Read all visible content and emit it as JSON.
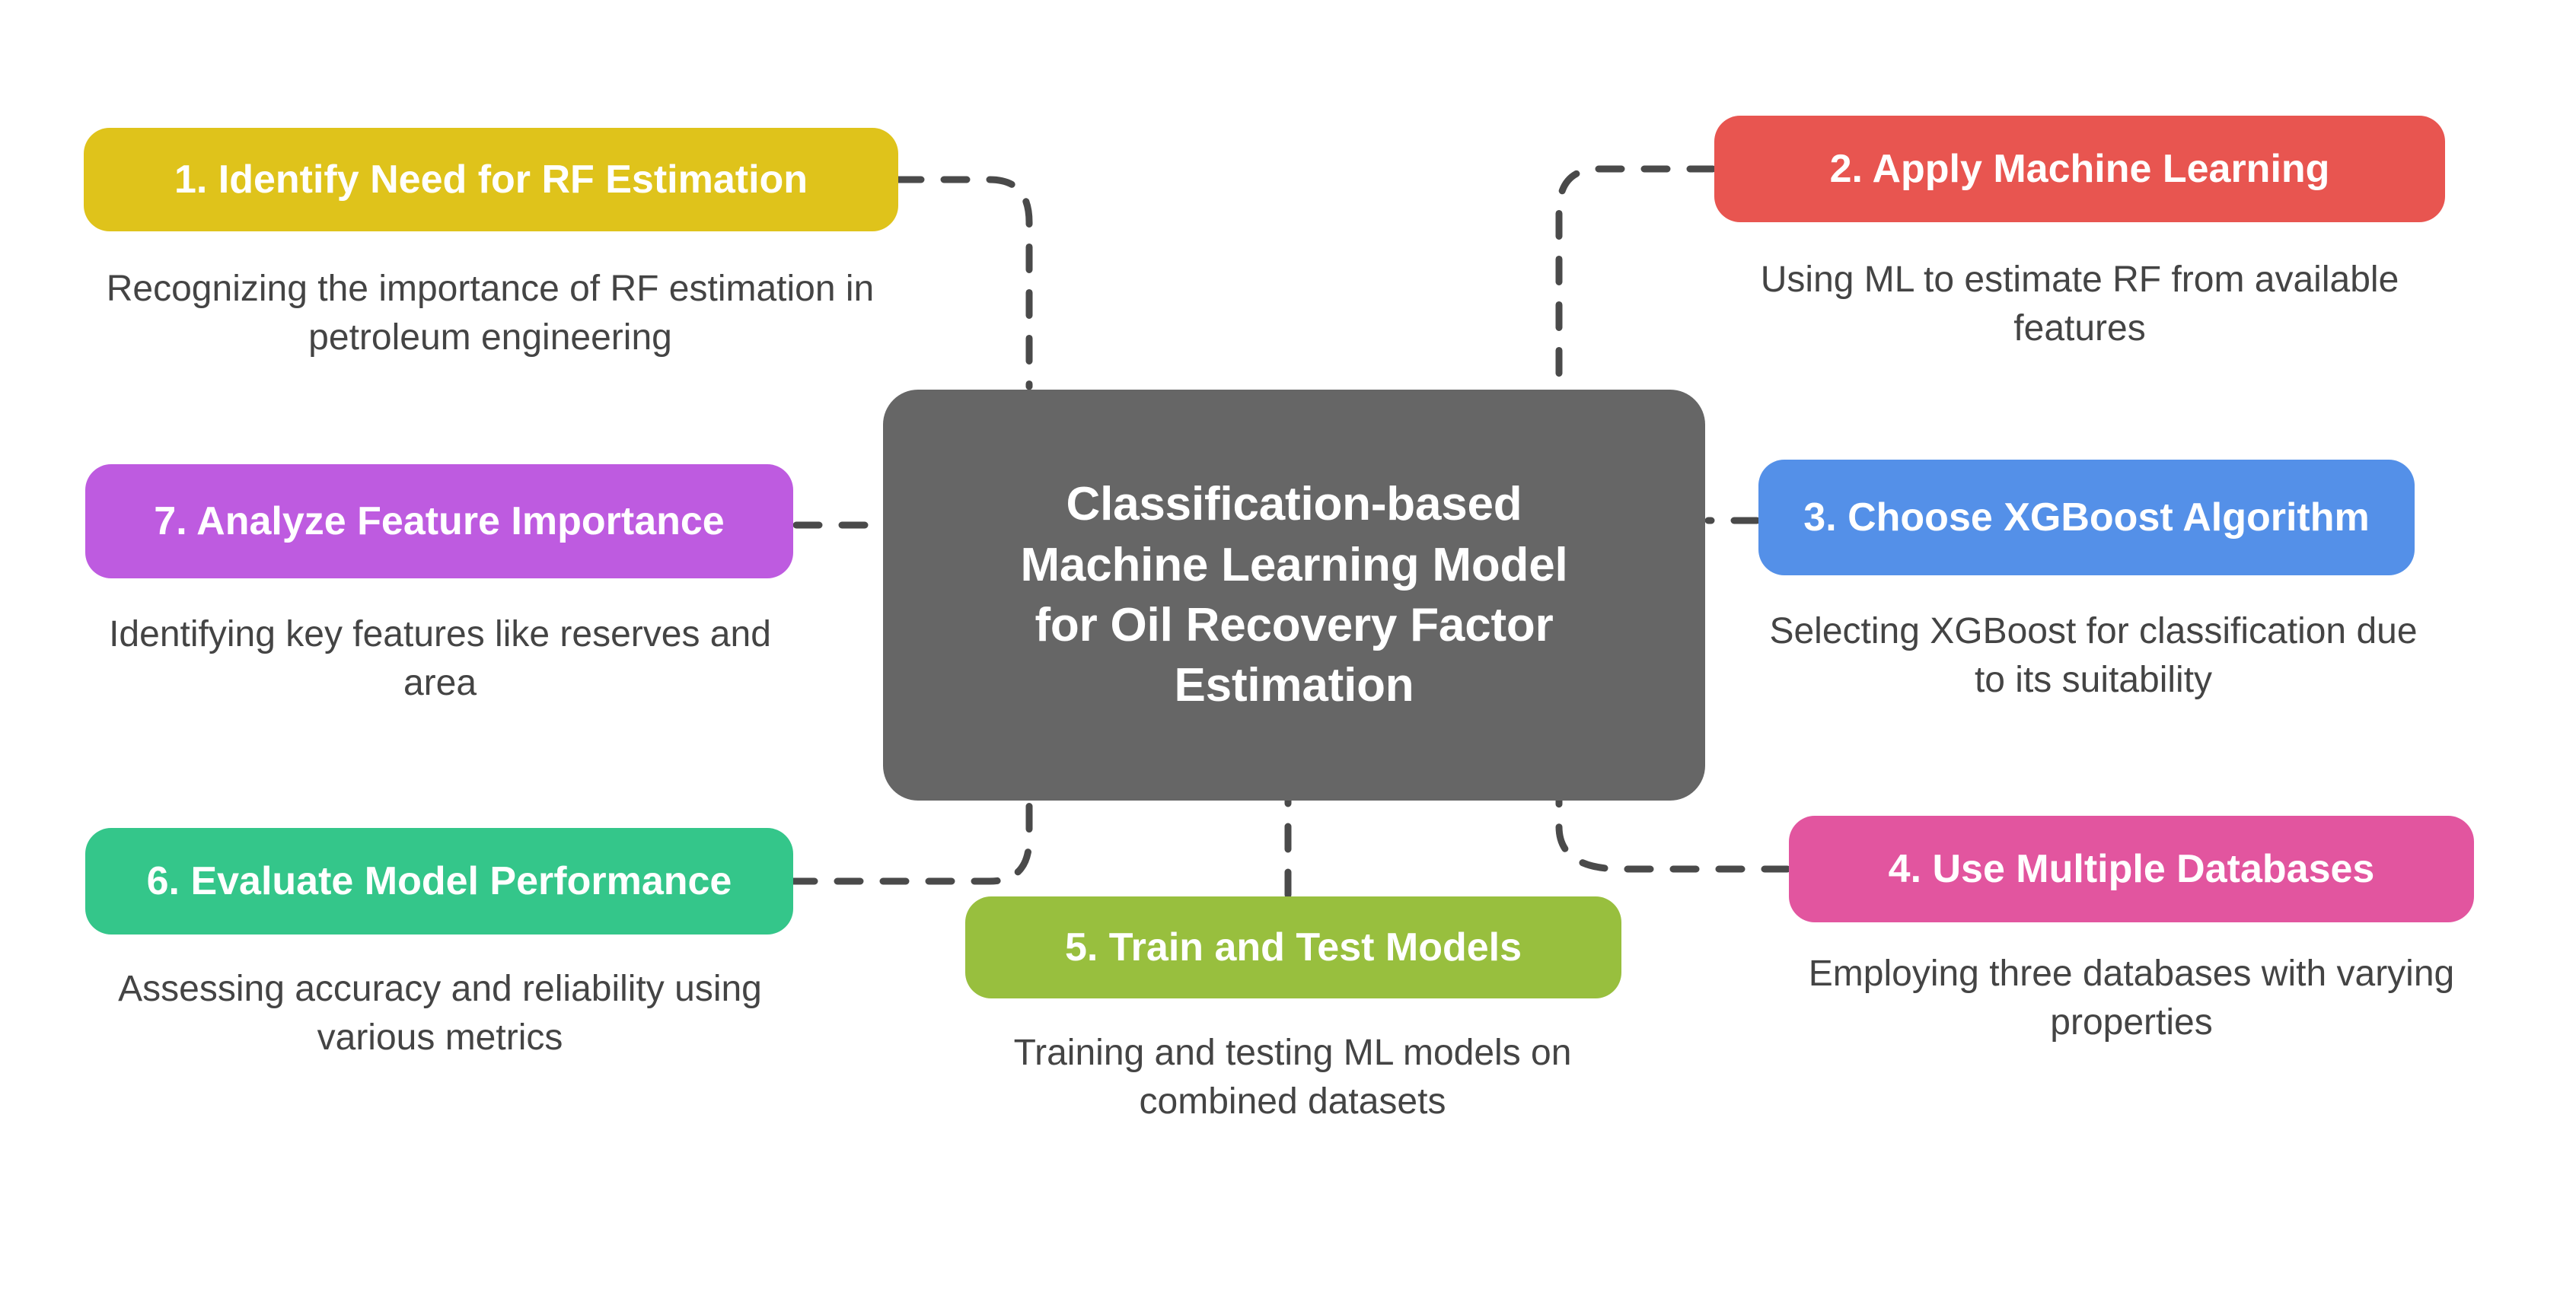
{
  "diagram": {
    "type": "mindmap",
    "background_color": "#ffffff",
    "connector_color": "#4a4a4a",
    "connector_style": "dashed",
    "center": {
      "label": "Classification-based Machine Learning Model for Oil Recovery Factor Estimation",
      "lines": [
        "Classification-based",
        "Machine Learning Model",
        "for Oil Recovery Factor",
        "Estimation"
      ],
      "color": "#666666",
      "text_color": "#ffffff"
    },
    "nodes": [
      {
        "index": 1,
        "label": "1. Identify Need for RF Estimation",
        "caption": "Recognizing the importance of RF estimation in petroleum engineering",
        "color": "#DFC31B",
        "text_color": "#ffffff",
        "position": "top-left"
      },
      {
        "index": 2,
        "label": "2. Apply Machine Learning",
        "caption": "Using ML to estimate RF from available features",
        "color": "#E85550",
        "text_color": "#ffffff",
        "position": "top-right"
      },
      {
        "index": 3,
        "label": "3. Choose XGBoost Algorithm",
        "caption": "Selecting XGBoost for classification due to its suitability",
        "color": "#5490E8",
        "text_color": "#ffffff",
        "position": "middle-right"
      },
      {
        "index": 4,
        "label": "4. Use Multiple Databases",
        "caption": "Employing three databases with varying properties",
        "color": "#E2559F",
        "text_color": "#ffffff",
        "position": "bottom-right"
      },
      {
        "index": 5,
        "label": "5. Train and Test Models",
        "caption": "Training and testing ML models on combined datasets",
        "color": "#98BF3E",
        "text_color": "#ffffff",
        "position": "bottom-center"
      },
      {
        "index": 6,
        "label": "6. Evaluate Model Performance",
        "caption": "Assessing accuracy and reliability using various metrics",
        "color": "#34C68A",
        "text_color": "#ffffff",
        "position": "bottom-left"
      },
      {
        "index": 7,
        "label": "7. Analyze Feature Importance",
        "caption": "Identifying key features like reserves and area",
        "color": "#BE5BE0",
        "text_color": "#ffffff",
        "position": "middle-left"
      }
    ]
  }
}
